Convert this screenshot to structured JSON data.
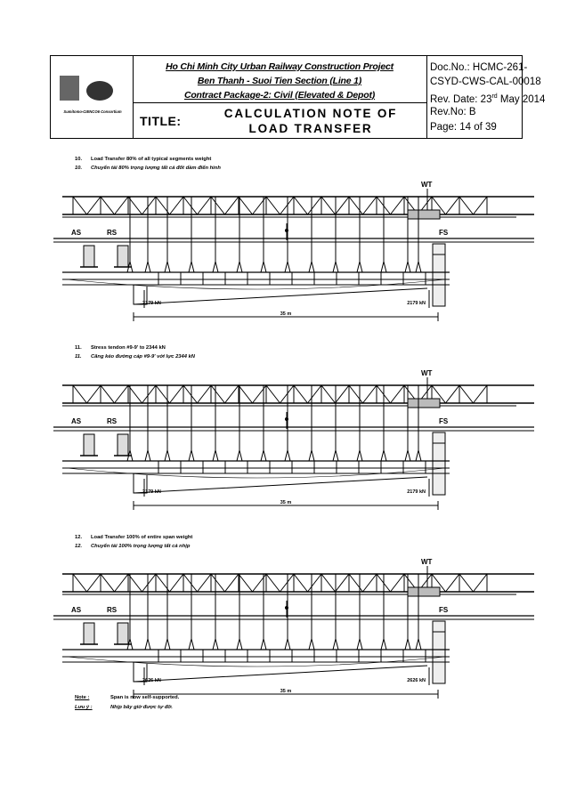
{
  "header": {
    "project_line1": "Ho Chi Minh City Urban Railway Construction Project",
    "project_line2": "Ben Thanh - Suoi Tien Section (Line 1)",
    "project_line3": "Contract Package-2: Civil (Elevated & Depot)",
    "title_label": "TITLE:",
    "title_line1": "CALCULATION NOTE OF",
    "title_line2": "LOAD TRANSFER",
    "doc_no_line1": "Doc.No.:  HCMC-261-",
    "doc_no_line2": "CSYD-CWS-CAL-00018",
    "rev_date_prefix": "Rev. Date: 23",
    "rev_date_sup": "rd",
    "rev_date_suffix": " May 2014",
    "rev_no": "Rev.No: B",
    "page": "Page: 14 of 39",
    "consortium": "Sumitomo-CIENCO6 Consortium"
  },
  "steps": [
    {
      "num_en": "10.",
      "text_en": "Load Transfer 80% of all typical segments weight",
      "num_vi": "10.",
      "text_vi": "Chuyển tải 80% trọng lượng tất cả đốt dầm điển hình",
      "left_reaction": "2179 kN",
      "right_reaction": "2179 kN"
    },
    {
      "num_en": "11.",
      "text_en": "Stress tendon #9-9' to 2344 kN",
      "num_vi": "11.",
      "text_vi": "Căng kéo đường cáp #9-9' với lực 2344 kN",
      "left_reaction": "2179 kN",
      "right_reaction": "2179 kN"
    },
    {
      "num_en": "12.",
      "text_en": "Load Transfer 100% of entire span weight",
      "num_vi": "12.",
      "text_vi": "Chuyển tải 100% trọng lượng tất cả nhịp",
      "left_reaction": "2626 kN",
      "right_reaction": "2626 kN"
    }
  ],
  "diagram_labels": {
    "wt": "WT",
    "as": "AS",
    "rs": "RS",
    "fs": "FS",
    "span": "35 m"
  },
  "note": {
    "label_en": "Note :",
    "text_en": "Span is now self-supported.",
    "label_vi": "Lưu ý :",
    "text_vi": "Nhịp bây giờ được tự đỡ."
  }
}
